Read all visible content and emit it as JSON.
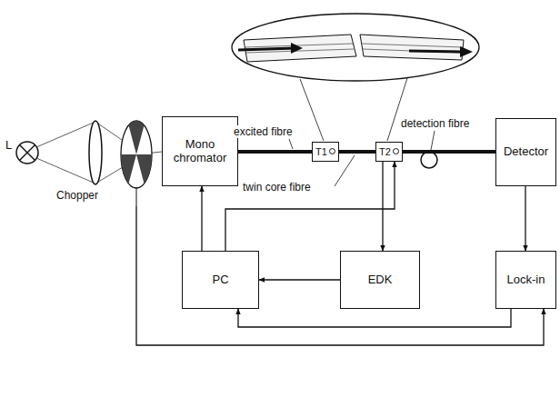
{
  "diagram": {
    "nodes": [
      {
        "text": [
          "Chopper"
        ]
      },
      {
        "text": [
          "Mono chromator"
        ]
      },
      {
        "text": [
          "T1"
        ]
      },
      {
        "text": [
          "T2"
        ]
      },
      {
        "text": [
          "Detector"
        ]
      },
      {
        "text": [
          "PC"
        ]
      },
      {
        "text": [
          "EDK"
        ]
      },
      {
        "text": [
          "Lock-in"
        ]
      }
    ],
    "edges": [
      {
        "from": 1,
        "to": 2,
        "arrow": "none"
      },
      {
        "from": 2,
        "to": 3,
        "arrow": "none"
      },
      {
        "from": 3,
        "to": 4,
        "arrow": "none"
      },
      {
        "from": 5,
        "to": 1,
        "arrow": "to"
      },
      {
        "from": 5,
        "to": 3,
        "arrow": "to"
      },
      {
        "from": 3,
        "to": 6,
        "arrow": "to"
      },
      {
        "from": 6,
        "to": 5,
        "arrow": "to"
      },
      {
        "from": 4,
        "to": 7,
        "arrow": "to"
      },
      {
        "from": 7,
        "to": 5,
        "arrow": "to"
      },
      {
        "from": 0,
        "to": 7,
        "arrow": "to"
      }
    ],
    "labels": [
      "L",
      "excited fibre",
      "twin core fibre",
      "detection fibre"
    ]
  }
}
